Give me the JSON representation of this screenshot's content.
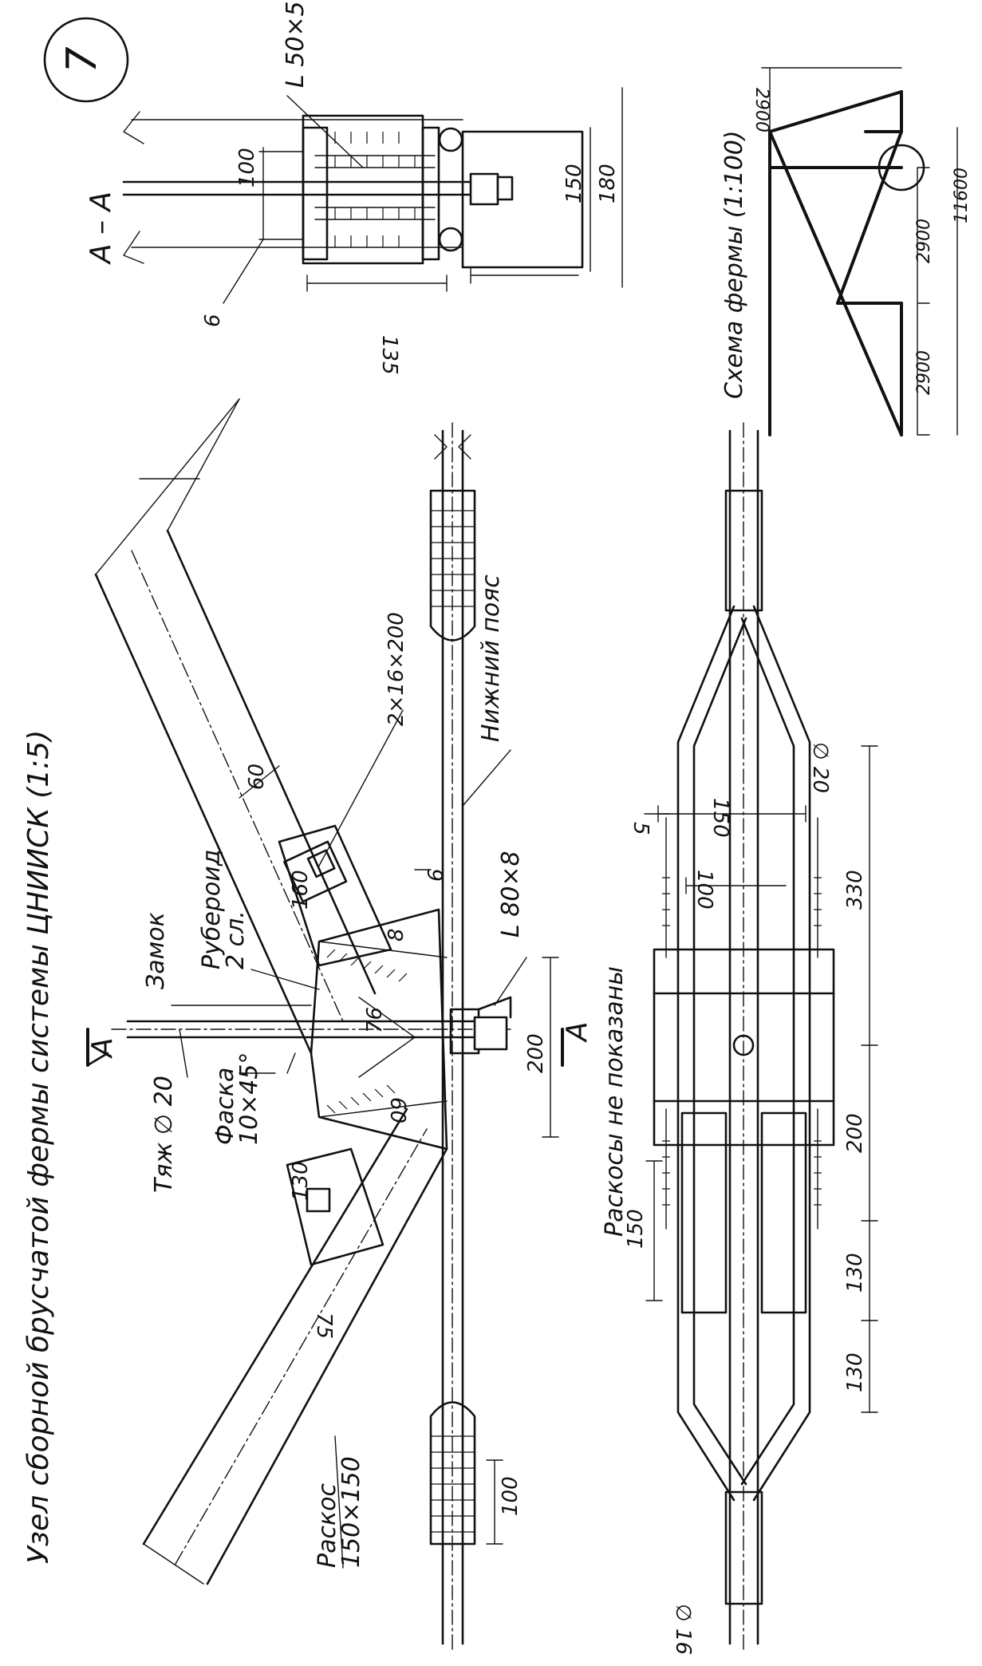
{
  "title": "Узел сборной брусчатой фермы системы ЦНИИСК (1:5)",
  "node_number": "7",
  "section_label": "А – А",
  "section_marker": "А",
  "scheme_title": "Схема фермы (1:100)",
  "labels": {
    "angle_top": "L 50×5",
    "angle_main": "L 80×8",
    "tie": "Тяж ∅ 20",
    "chamfer_1": "Фаска",
    "chamfer_2": "10×45°",
    "lock": "Замок",
    "ruberoid_1": "Рубероид",
    "ruberoid_2": "2 сл.",
    "plate": "2×16×200",
    "bottom_chord": "Нижний пояс",
    "brace_1": "Раскос",
    "brace_2": "150×150",
    "braces_not_shown": "Раскосы не показаны",
    "rod_16": "∅ 16",
    "rod_20": "∅ 20"
  },
  "dims": {
    "d100_top": "100",
    "d6_top": "6",
    "d150_top": "150",
    "d180": "180",
    "d135": "135",
    "d60_a": "60",
    "d160": "160",
    "d8": "8",
    "d6_mid": "6",
    "d76": "76",
    "d60_b": "60",
    "d130_a": "130",
    "d75": "75",
    "d200_a": "200",
    "d100_left": "100",
    "d5": "5",
    "d150_b": "150",
    "d100_b": "100",
    "d330": "330",
    "d200_b": "200",
    "d150_c": "150",
    "d130_b": "130",
    "d130_c": "130",
    "s2900_a": "2900",
    "s2900_b": "2900",
    "s2900_c": "2900",
    "s11600": "11600"
  }
}
